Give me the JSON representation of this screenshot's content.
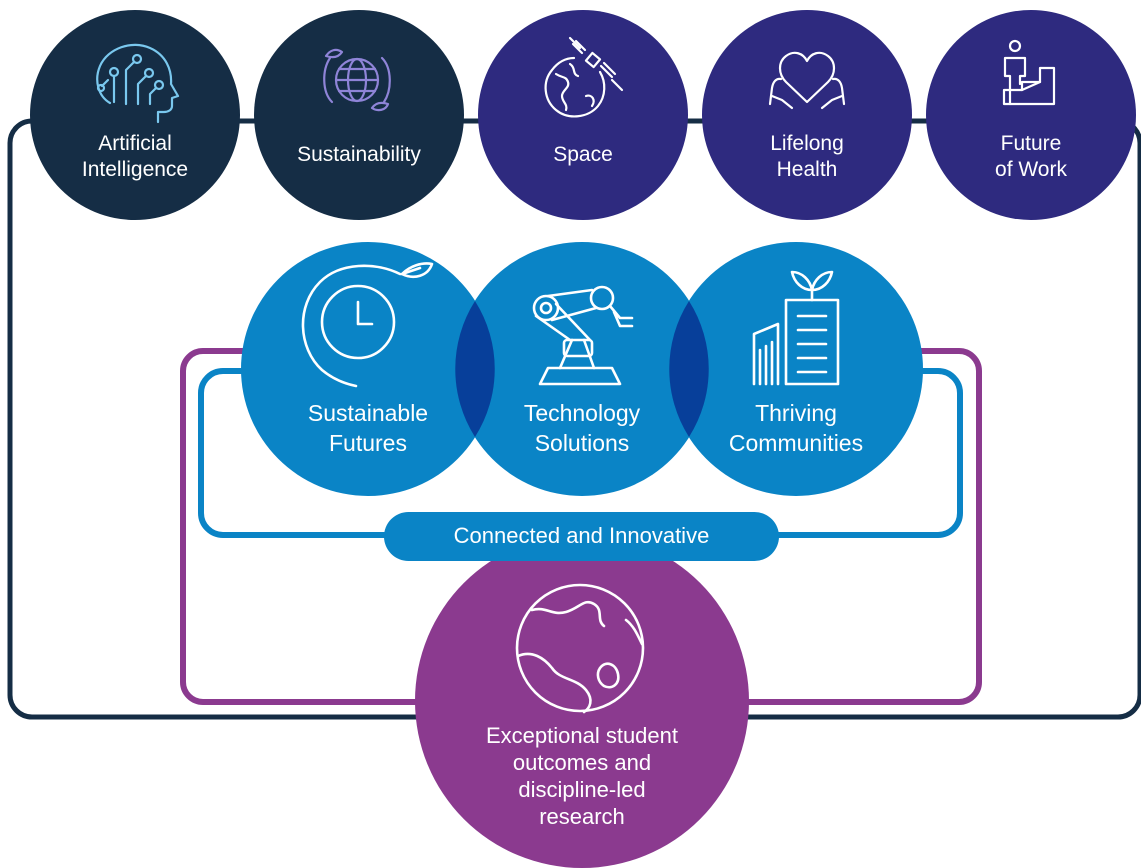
{
  "top_themes": [
    {
      "label_lines": [
        "Artificial",
        "Intelligence"
      ],
      "icon": "ai-head-icon",
      "color": "#152d45"
    },
    {
      "label_lines": [
        "Sustainability"
      ],
      "icon": "globe-leaf-icon",
      "color": "#152d45"
    },
    {
      "label_lines": [
        "Space"
      ],
      "icon": "earth-satellite-icon",
      "color": "#2e2a7f"
    },
    {
      "label_lines": [
        "Lifelong",
        "Health"
      ],
      "icon": "heart-hands-icon",
      "color": "#2e2a7f"
    },
    {
      "label_lines": [
        "Future",
        "of Work"
      ],
      "icon": "person-steps-icon",
      "color": "#2e2a7f"
    }
  ],
  "priorities": [
    {
      "label_lines": [
        "Sustainable",
        "Futures"
      ],
      "icon": "clock-leaf-icon"
    },
    {
      "label_lines": [
        "Technology",
        "Solutions"
      ],
      "icon": "robot-arm-icon"
    },
    {
      "label_lines": [
        "Thriving",
        "Communities"
      ],
      "icon": "city-plant-icon"
    }
  ],
  "connector_label": "Connected and Innovative",
  "outcome": {
    "label_lines": [
      "Exceptional student",
      "outcomes and",
      "discipline-led",
      "research"
    ],
    "icon": "globe-icon"
  },
  "colors": {
    "navy": "#152d45",
    "indigo": "#2e2a7f",
    "blue": "#0a84c6",
    "overlap": "#073f9a",
    "purple": "#8b3a8f",
    "icon_light_blue": "#7ac8ee",
    "icon_purple": "#8f84d8"
  }
}
